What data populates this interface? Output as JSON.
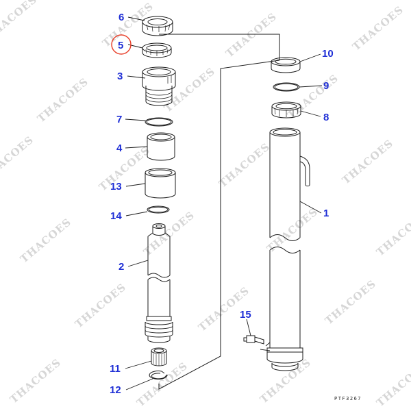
{
  "drawing_code": "PTF3267",
  "watermark_text": "THACOES",
  "colors": {
    "callout": "#1f2fd6",
    "line": "#1a1a1a",
    "highlight": "#e8412c",
    "watermark": "#d6d6d6"
  },
  "callouts": [
    {
      "id": "6",
      "label": "6"
    },
    {
      "id": "5",
      "label": "5",
      "highlighted": true
    },
    {
      "id": "3",
      "label": "3"
    },
    {
      "id": "7",
      "label": "7"
    },
    {
      "id": "4",
      "label": "4"
    },
    {
      "id": "13",
      "label": "13"
    },
    {
      "id": "14",
      "label": "14"
    },
    {
      "id": "2",
      "label": "2"
    },
    {
      "id": "11",
      "label": "11"
    },
    {
      "id": "12",
      "label": "12"
    },
    {
      "id": "10",
      "label": "10"
    },
    {
      "id": "9",
      "label": "9"
    },
    {
      "id": "8",
      "label": "8"
    },
    {
      "id": "1",
      "label": "1"
    },
    {
      "id": "15",
      "label": "15"
    }
  ]
}
